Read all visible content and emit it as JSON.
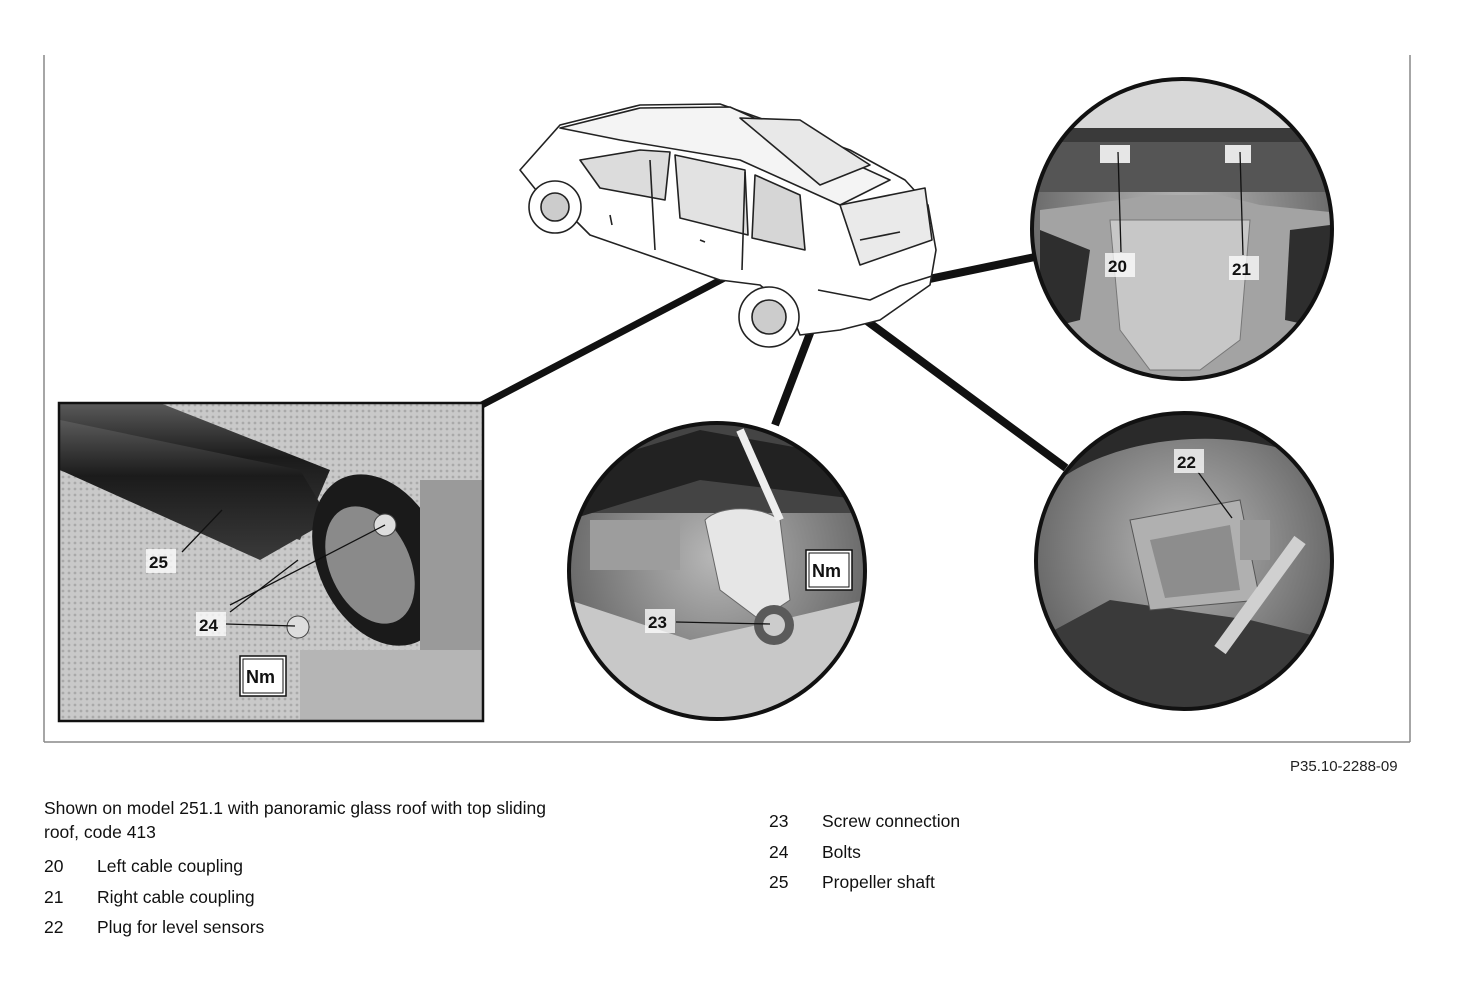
{
  "figure": {
    "reference": "P35.10-2288-09",
    "callouts": {
      "c20": "20",
      "c21": "21",
      "c22": "22",
      "c23": "23",
      "c24": "24",
      "c25": "25"
    },
    "torque_badge": "Nm"
  },
  "caption": "Shown on model 251.1 with panoramic glass roof with top sliding roof, code 413",
  "legend_left": [
    {
      "number": "20",
      "label": "Left cable coupling"
    },
    {
      "number": "21",
      "label": "Right cable coupling"
    },
    {
      "number": "22",
      "label": "Plug for level sensors"
    }
  ],
  "legend_right": [
    {
      "number": "23",
      "label": "Screw connection"
    },
    {
      "number": "24",
      "label": "Bolts"
    },
    {
      "number": "25",
      "label": "Propeller shaft"
    }
  ]
}
